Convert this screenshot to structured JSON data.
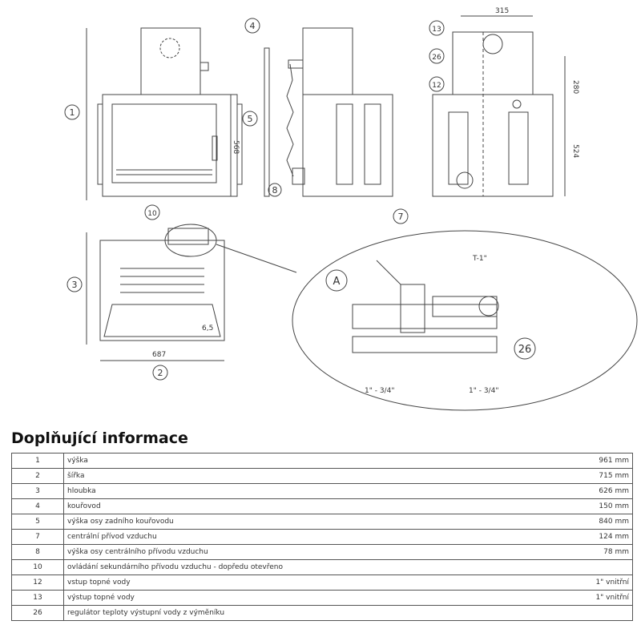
{
  "drawing": {
    "labels": {
      "l1": "1",
      "l2": "2",
      "l3": "3",
      "l4": "4",
      "l5": "5",
      "l7": "7",
      "l8": "8",
      "l10": "10",
      "l12": "12",
      "l13": "13",
      "l26": "26",
      "l26b": "26",
      "lA": "A"
    },
    "dimensions": {
      "d315": "315",
      "d280": "280",
      "d524": "524",
      "d568": "568",
      "d687": "687",
      "d65": "6,5",
      "t1": "T-1\"",
      "p1": "1\" - 3/4\"",
      "p2": "1\" - 3/4\""
    }
  },
  "section_title": "Doplňující informace",
  "rows": [
    {
      "n": "1",
      "desc": "výška",
      "val": "961 mm"
    },
    {
      "n": "2",
      "desc": "šířka",
      "val": "715 mm"
    },
    {
      "n": "3",
      "desc": "hloubka",
      "val": "626 mm"
    },
    {
      "n": "4",
      "desc": "kouřovod",
      "val": "150 mm"
    },
    {
      "n": "5",
      "desc": "výška osy zadního kouřovodu",
      "val": "840 mm"
    },
    {
      "n": "7",
      "desc": "centrální přívod vzduchu",
      "val": "124 mm"
    },
    {
      "n": "8",
      "desc": "výška osy centrálního přívodu vzduchu",
      "val": "78 mm"
    },
    {
      "n": "10",
      "desc": "ovládání sekundárního přívodu vzduchu - dopředu otevřeno",
      "val": ""
    },
    {
      "n": "12",
      "desc": "vstup topné vody",
      "val": "1\" vnitřní"
    },
    {
      "n": "13",
      "desc": "výstup topné vody",
      "val": "1\" vnitřní"
    },
    {
      "n": "26",
      "desc": "regulátor teploty výstupní vody z výměníku",
      "val": ""
    }
  ]
}
